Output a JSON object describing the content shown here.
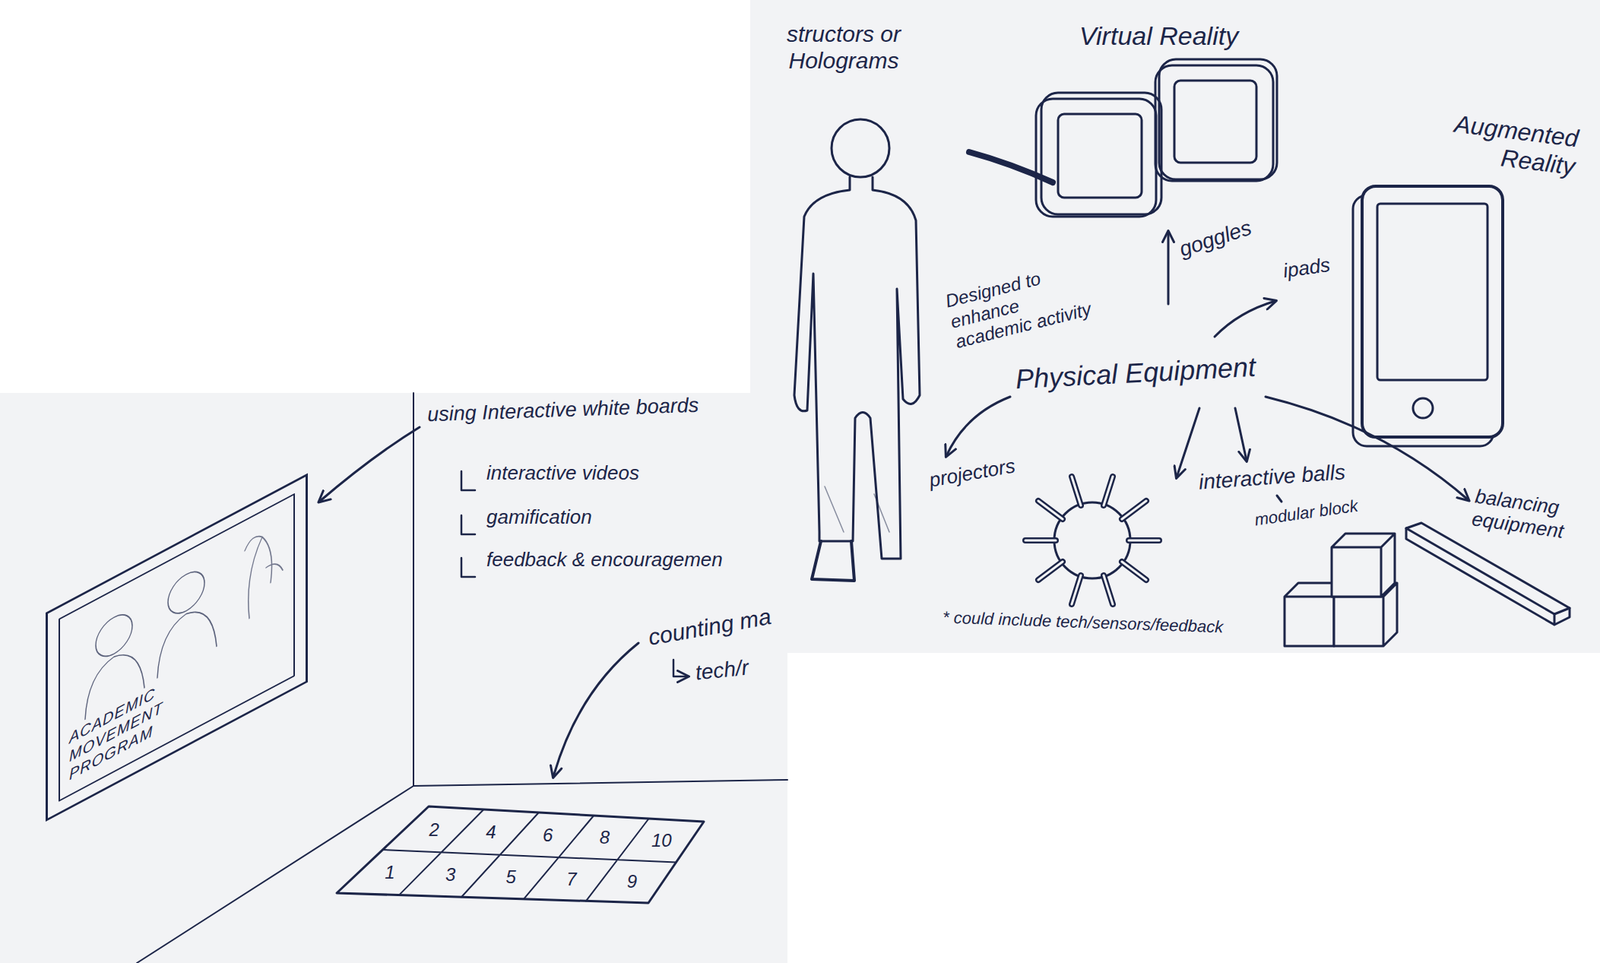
{
  "diagram": {
    "nodes": [
      {
        "text": [
          "ACADEMIC MOVEMENT PROGRAM"
        ]
      }
    ],
    "labels": [
      "structors or Holograms",
      "Virtual Reality",
      "Augmented Reality",
      "goggles",
      "ipads",
      "Designed to enhance academic activity",
      "Physical Equipment",
      "projectors",
      "interactive balls",
      "modular block",
      "balancing equipment",
      "* could include tech/sensors/feedback",
      "using Interactive white boards",
      "interactive videos",
      "gamification",
      "feedback & encouragemen",
      "counting ma",
      "tech/r",
      "2",
      "4",
      "6",
      "8",
      "10",
      "1",
      "3",
      "5",
      "7",
      "9"
    ]
  }
}
